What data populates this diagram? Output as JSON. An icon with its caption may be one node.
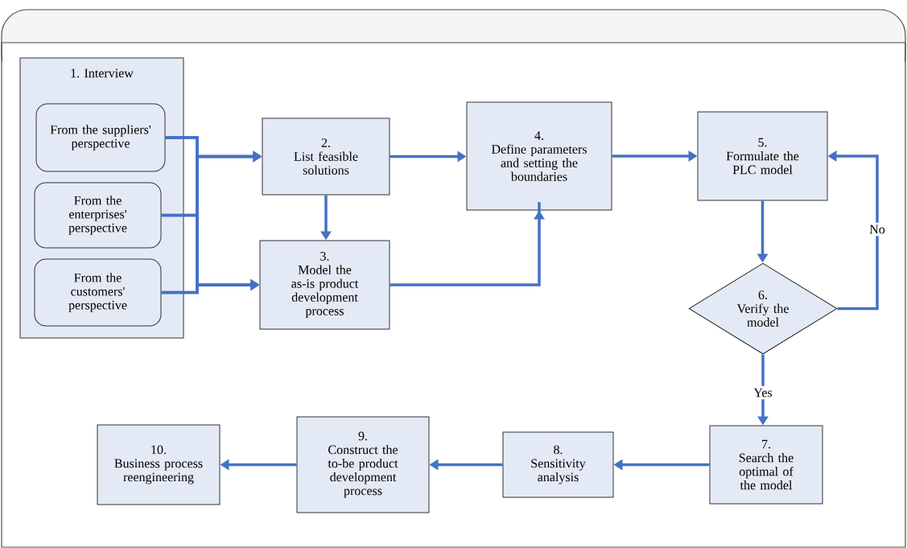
{
  "diagram": {
    "nodes": [
      {
        "text": [
          "1. Interview"
        ]
      },
      {
        "text": [
          "From the suppliers' perspective"
        ],
        "in": 0
      },
      {
        "text": [
          "From the enterprises' perspective"
        ],
        "in": 0
      },
      {
        "text": [
          "From the customers' perspective"
        ],
        "in": 0
      },
      {
        "text": [
          "2.",
          "List feasible solutions"
        ]
      },
      {
        "text": [
          "3.",
          "Model the as-is product development process"
        ]
      },
      {
        "text": [
          "4.",
          "Define parameters and setting the boundaries"
        ]
      },
      {
        "text": [
          "5.",
          "Formulate the PLC model"
        ]
      },
      {
        "text": [
          "6.",
          "Verify the model"
        ]
      },
      {
        "text": [
          "7.",
          "Search the optimal of the model"
        ]
      },
      {
        "text": [
          "8.",
          "Sensitivity analysis"
        ]
      },
      {
        "text": [
          "9.",
          "Construct the to-be product development process"
        ]
      },
      {
        "text": [
          "10.",
          "Business process reengineering"
        ]
      }
    ],
    "edges": [
      {
        "from": 1,
        "to": 4,
        "arrow": "to"
      },
      {
        "from": 2,
        "to": 4,
        "arrow": "to"
      },
      {
        "from": 3,
        "to": 4,
        "arrow": "to"
      },
      {
        "from": 1,
        "to": 5,
        "arrow": "to"
      },
      {
        "from": 2,
        "to": 5,
        "arrow": "to"
      },
      {
        "from": 3,
        "to": 5,
        "arrow": "to"
      },
      {
        "from": 4,
        "to": 5,
        "arrow": "to"
      },
      {
        "from": 4,
        "to": 6,
        "arrow": "to"
      },
      {
        "from": 5,
        "to": 6,
        "arrow": "to"
      },
      {
        "from": 6,
        "to": 7,
        "arrow": "to"
      },
      {
        "from": 7,
        "to": 8,
        "arrow": "to"
      },
      {
        "from": 8,
        "to": 7,
        "arrow": "to",
        "label": "No"
      },
      {
        "from": 8,
        "to": 9,
        "arrow": "to",
        "label": "Yes"
      },
      {
        "from": 9,
        "to": 10,
        "arrow": "to"
      },
      {
        "from": 10,
        "to": 11,
        "arrow": "to"
      },
      {
        "from": 11,
        "to": 12,
        "arrow": "to"
      }
    ]
  }
}
